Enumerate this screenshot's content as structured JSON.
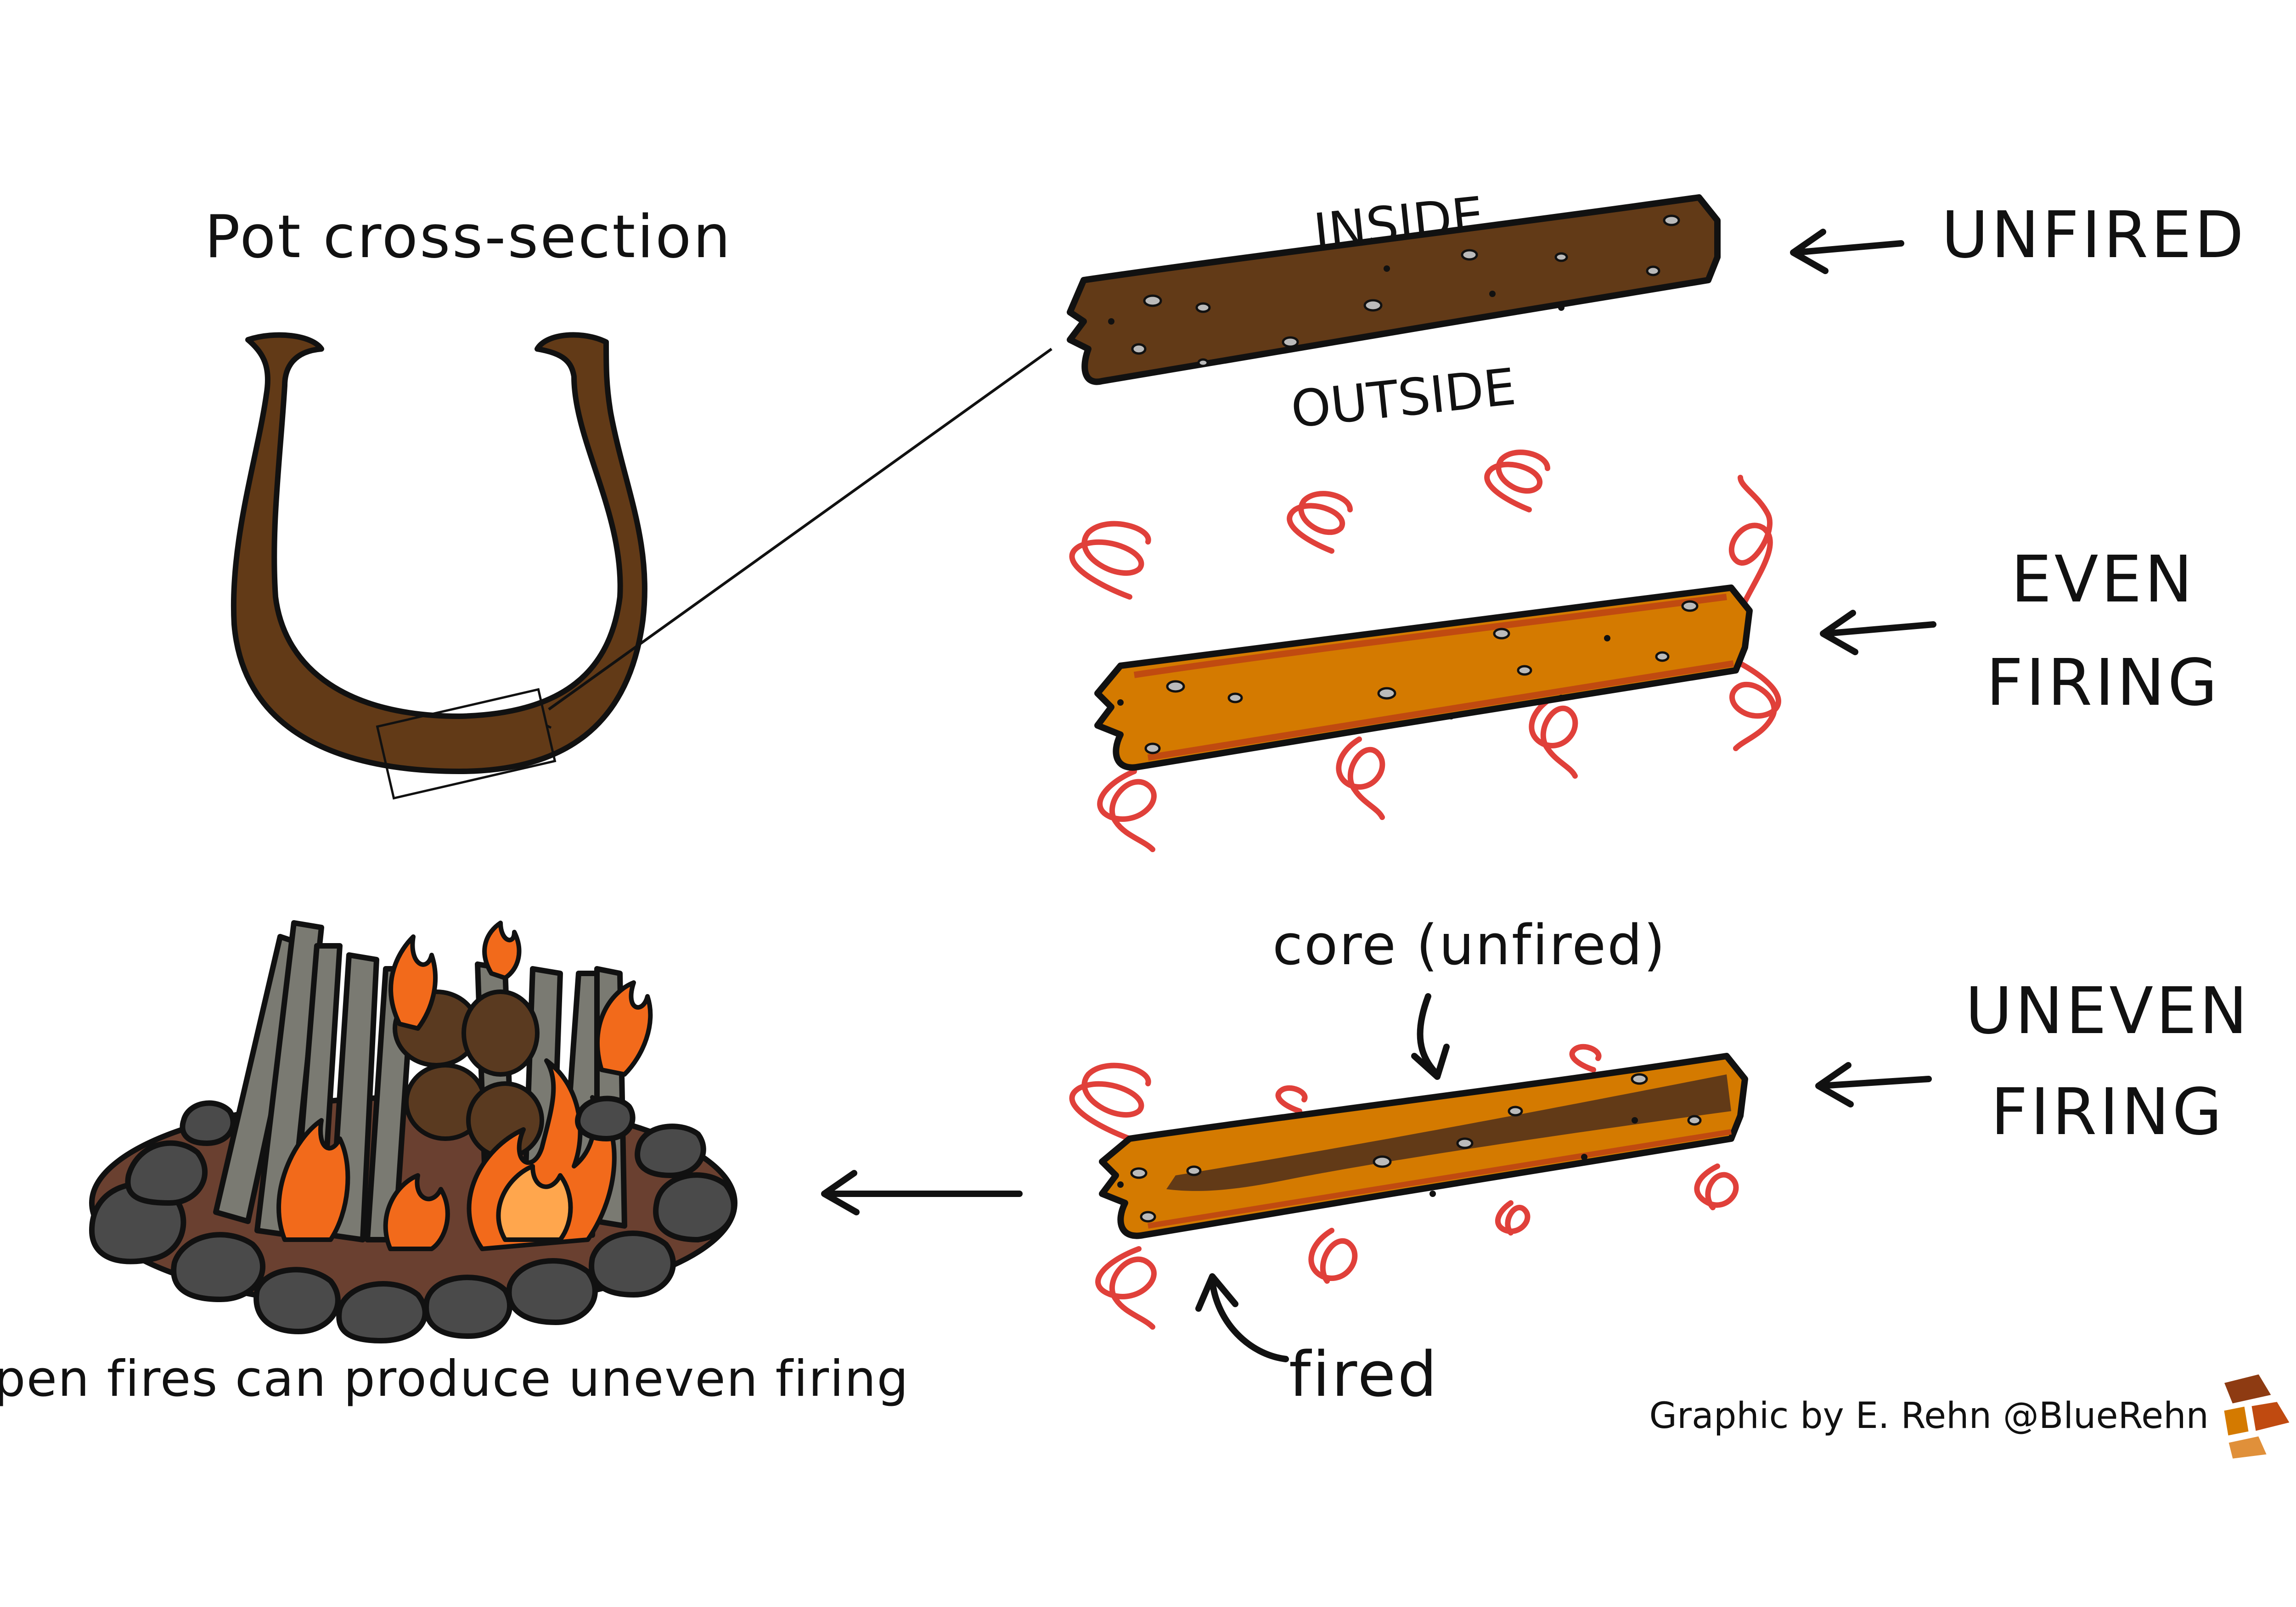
{
  "pot": {
    "title": "Pot cross-section"
  },
  "samples": {
    "unfired": {
      "label": "UNFIRED",
      "inside_label": "INSIDE",
      "outside_label": "OUTSIDE"
    },
    "even": {
      "label_line1": "EVEN",
      "label_line2": "FIRING"
    },
    "uneven": {
      "label_line1": "UNEVEN",
      "label_line2": "FIRING",
      "core_label": "core (unfired)",
      "fired_label": "fired"
    }
  },
  "fire": {
    "caption": "Open fires can produce uneven firing"
  },
  "credit": {
    "text": "Graphic by E. Rehn @BlueRehn"
  },
  "colors": {
    "unfired_clay": "#623a17",
    "fired_clay": "#d47a00",
    "fired_rim": "#c04a10",
    "heat_wave": "#e0403a",
    "flame_outer": "#f26a1b",
    "flame_inner": "#ffa64d",
    "stone": "#4a4a4a",
    "wood": "#7a7a72",
    "ink": "#111111"
  },
  "icons": {
    "arrow": "arrow-left-icon",
    "logo": "bluerehn-logo-icon"
  }
}
